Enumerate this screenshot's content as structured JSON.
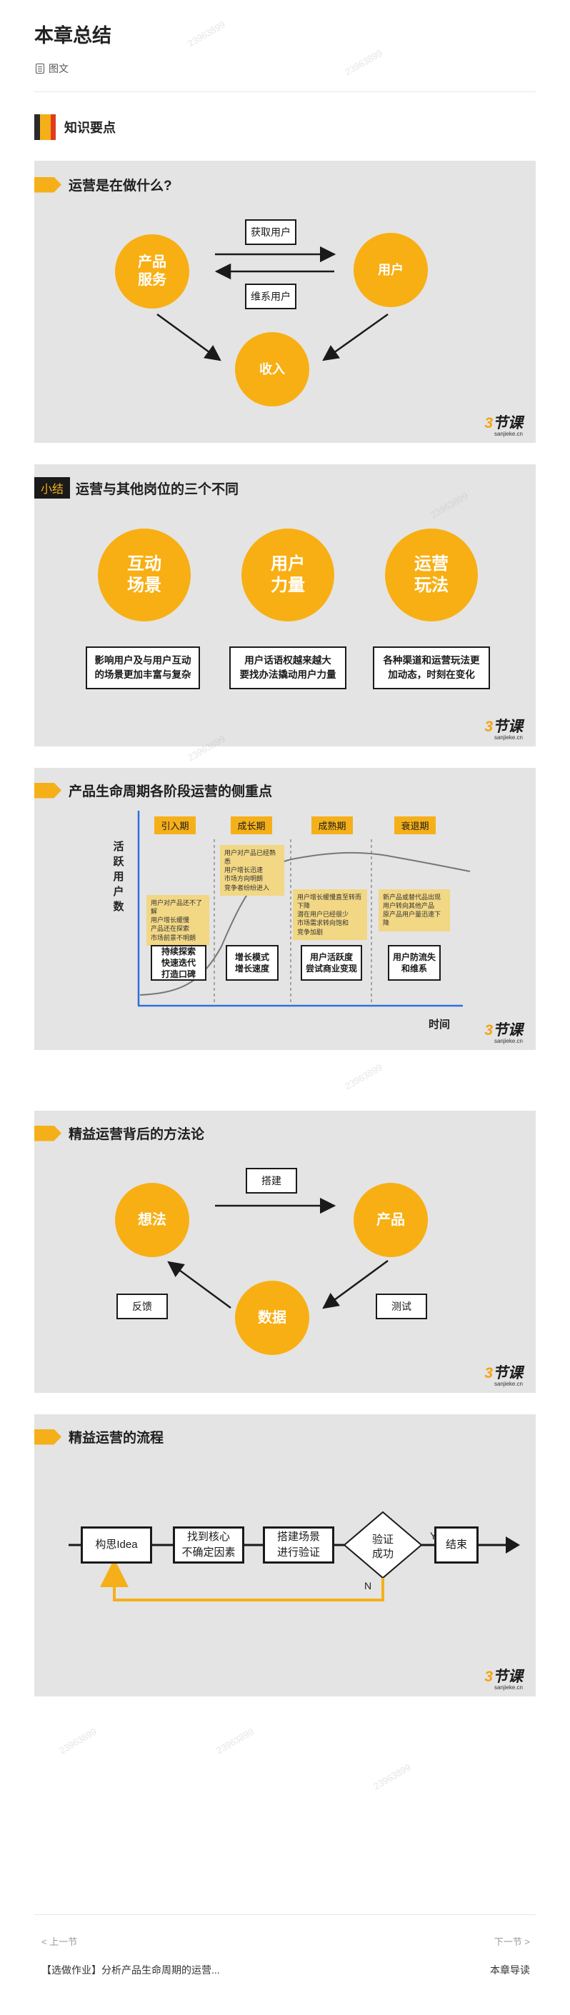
{
  "page": {
    "title": "本章总结",
    "type_label": "图文",
    "type_icon": "document-icon"
  },
  "knowledge": {
    "label": "知识要点",
    "colors": [
      "#2a2a2a",
      "#f5b019",
      "#e03b1d"
    ]
  },
  "brand": {
    "logo_digit": "3",
    "logo_text": "节课",
    "logo_sub": "sanjieke.cn"
  },
  "s1": {
    "title": "运营是在做什么?",
    "node_product": "产品\n服务",
    "node_user": "用户",
    "node_income": "收入",
    "label_acquire": "获取用户",
    "label_retain": "维系用户"
  },
  "s2": {
    "tag": "小结",
    "title": "运营与其他岗位的三个不同",
    "items": [
      {
        "circle": "互动\n场景",
        "desc": "影响用户及与用户互动\n的场景更加丰富与复杂"
      },
      {
        "circle": "用户\n力量",
        "desc": "用户话语权越来越大\n要找办法撬动用户力量"
      },
      {
        "circle": "运营\n玩法",
        "desc": "各种渠道和运营玩法更\n加动态，时刻在变化"
      }
    ]
  },
  "s3": {
    "title": "产品生命周期各阶段运营的侧重点",
    "ylabel": "活\n跃\n用\n户\n数",
    "xlabel": "时间",
    "stages": [
      {
        "name": "引入期",
        "note": "用户对产品还不了解\n用户增长缓慢\n产品还在探索\n市场前景不明朗",
        "focus": "持续探索\n快速迭代\n打造口碑"
      },
      {
        "name": "成长期",
        "note": "用户对产品已经熟悉\n用户增长迅速\n市场方向明朗\n竞争者纷纷进入",
        "focus": "增长模式\n增长速度"
      },
      {
        "name": "成熟期",
        "note": "用户增长缓慢直至转而\n下降\n潜在用户已经很少\n市场需求转向饱和\n竞争加剧",
        "focus": "用户活跃度\n尝试商业变现"
      },
      {
        "name": "衰退期",
        "note": "新产品或替代品出现\n用户转向其他产品\n原产品用户量迅速下降",
        "focus": "用户防流失\n和维系"
      }
    ]
  },
  "s4": {
    "title": "精益运营背后的方法论",
    "node_idea": "想法",
    "node_product": "产品",
    "node_data": "数据",
    "label_build": "搭建",
    "label_test": "测试",
    "label_feedback": "反馈"
  },
  "s5": {
    "title": "精益运营的流程",
    "steps": [
      "构思Idea",
      "找到核心\n不确定因素",
      "搭建场景\n进行验证"
    ],
    "decision": "验证\n成功",
    "end": "结束",
    "yes": "Y",
    "no": "N"
  },
  "nav": {
    "prev_label": "< 上一节",
    "prev_title": "【选做作业】分析产品生命周期的运营...",
    "next_label": "下一节 >",
    "next_title": "本章导读"
  },
  "colors": {
    "accent": "#f8af13",
    "panel": "#e4e4e4",
    "dark": "#1a1a1a",
    "axis": "#2e6fe0"
  },
  "watermark": "23963899"
}
